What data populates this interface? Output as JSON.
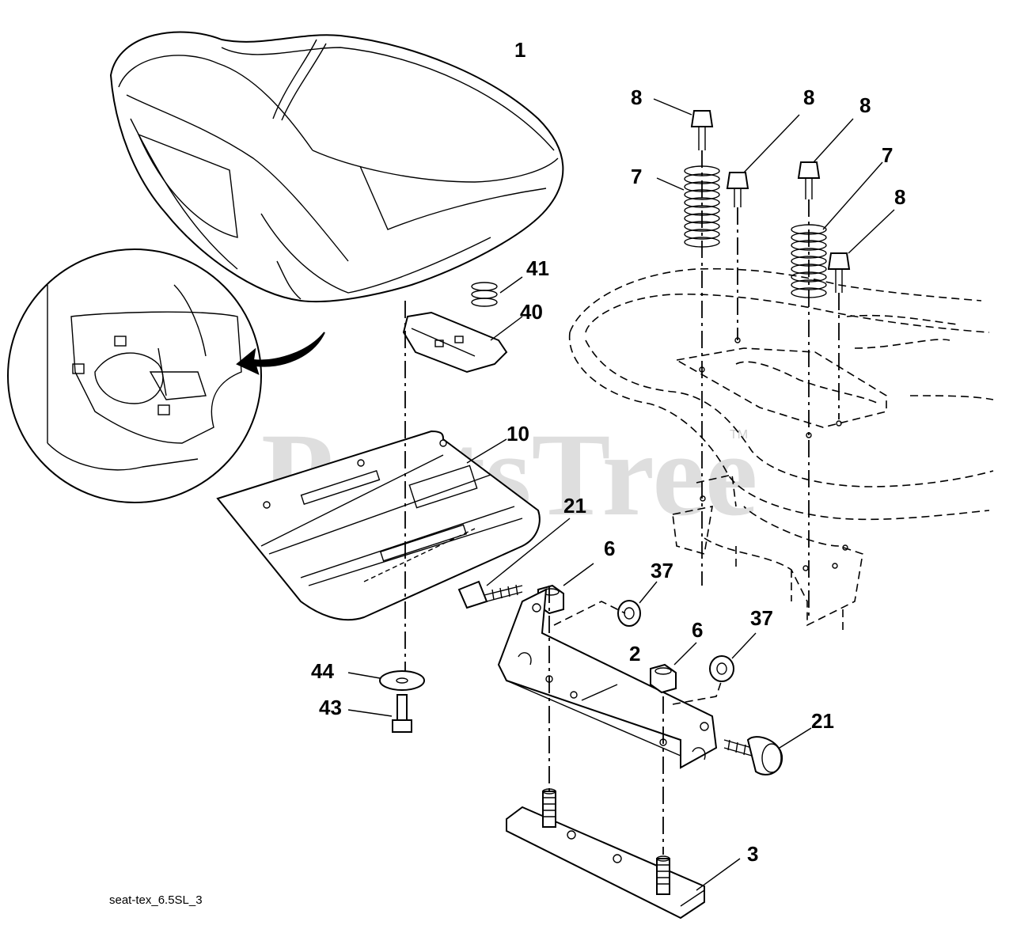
{
  "diagram": {
    "caption": "seat-tex_6.5SL_3",
    "watermark": "PartsTree",
    "trademark": "TM",
    "callouts": [
      "1",
      "8",
      "8",
      "8",
      "7",
      "7",
      "8",
      "41",
      "40",
      "10",
      "21",
      "6",
      "37",
      "6",
      "37",
      "2",
      "44",
      "43",
      "21",
      "3"
    ]
  }
}
